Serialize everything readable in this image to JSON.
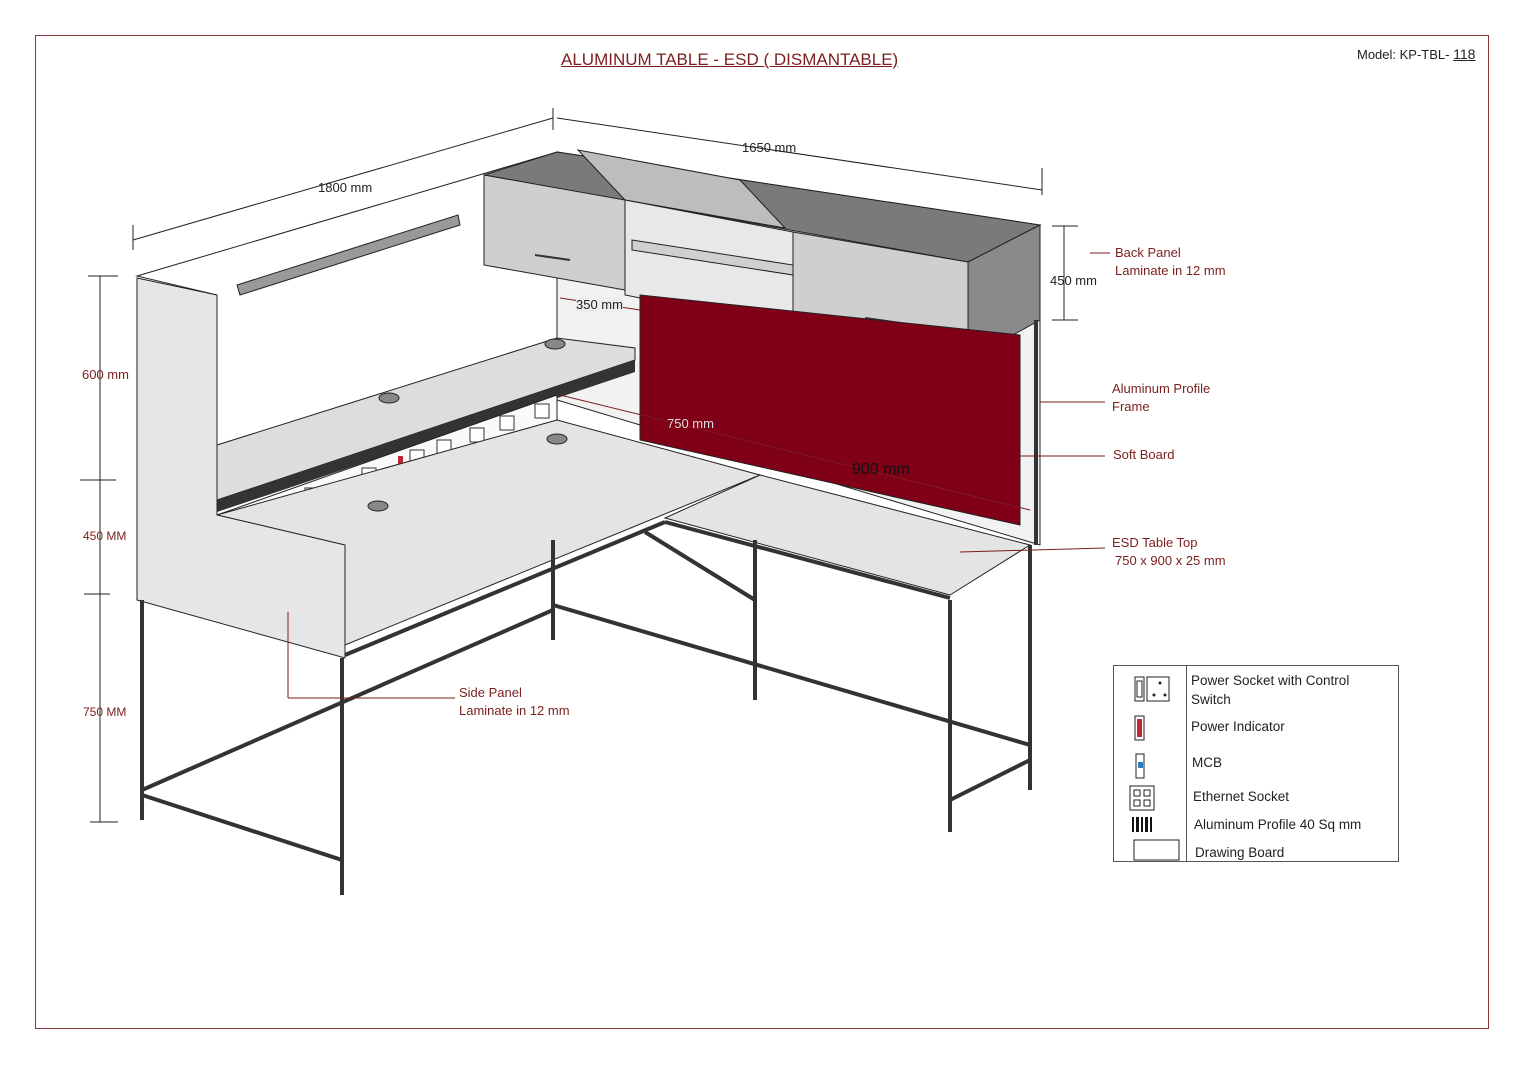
{
  "title": "ALUMINUM TABLE - ESD  ( DISMANTABLE)",
  "model": {
    "prefix": "Model: KP-TBL- ",
    "number": "118"
  },
  "dimensions": {
    "d1800": "1800 mm",
    "d1650": "1650 mm",
    "d600": "600 mm",
    "d450mm_left": "450 MM",
    "d750mm_left": "750 MM",
    "d450_cab": "450 mm",
    "d350": "350 mm",
    "d750": "750 mm",
    "d900": "900 mm"
  },
  "callouts": {
    "back_panel": [
      "Back Panel",
      "Laminate in 12 mm"
    ],
    "profile_frame": [
      "Aluminum Profile",
      "Frame"
    ],
    "soft_board": "Soft Board",
    "table_top": [
      "ESD Table Top",
      "750 x 900 x 25 mm"
    ],
    "side_panel": [
      "Side Panel",
      "Laminate in 12 mm"
    ]
  },
  "legend": [
    {
      "icon": "power-socket-switch-icon",
      "label": "Power Socket with Control",
      "label2": "Switch"
    },
    {
      "icon": "power-indicator-icon",
      "label": "Power Indicator"
    },
    {
      "icon": "mcb-icon",
      "label": "MCB"
    },
    {
      "icon": "ethernet-socket-icon",
      "label": "Ethernet Socket"
    },
    {
      "icon": "aluminum-profile-icon",
      "label": "Aluminum Profile 40 Sq mm"
    },
    {
      "icon": "drawing-board-icon",
      "label": "Drawing Board"
    }
  ],
  "colors": {
    "soft_board": "#800018",
    "label": "#7a1e1e",
    "indicator": "#c0282d",
    "mcb": "#2a7fc1"
  }
}
